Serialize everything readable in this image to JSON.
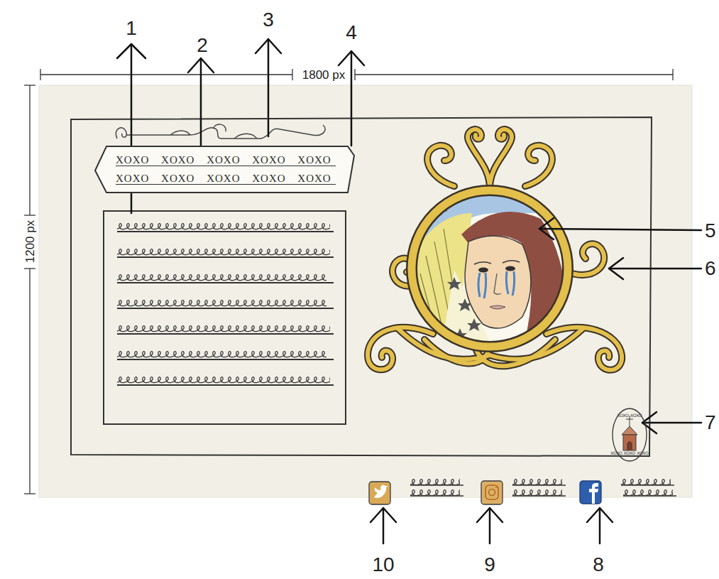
{
  "diagram": {
    "nodes": [
      {
        "text": [
          "XOXO XOXO XOXO XOXO XOXO",
          "XOXO XOXO XOXO XOXO XOXO"
        ]
      },
      {
        "text": [
          "XOXO XOXO",
          "XOXO XOXO XOXO"
        ]
      }
    ],
    "labels": [
      "1",
      "2",
      "3",
      "4",
      "5",
      "6",
      "7",
      "8",
      "9",
      "10",
      "1800 px",
      "1200 px"
    ]
  }
}
